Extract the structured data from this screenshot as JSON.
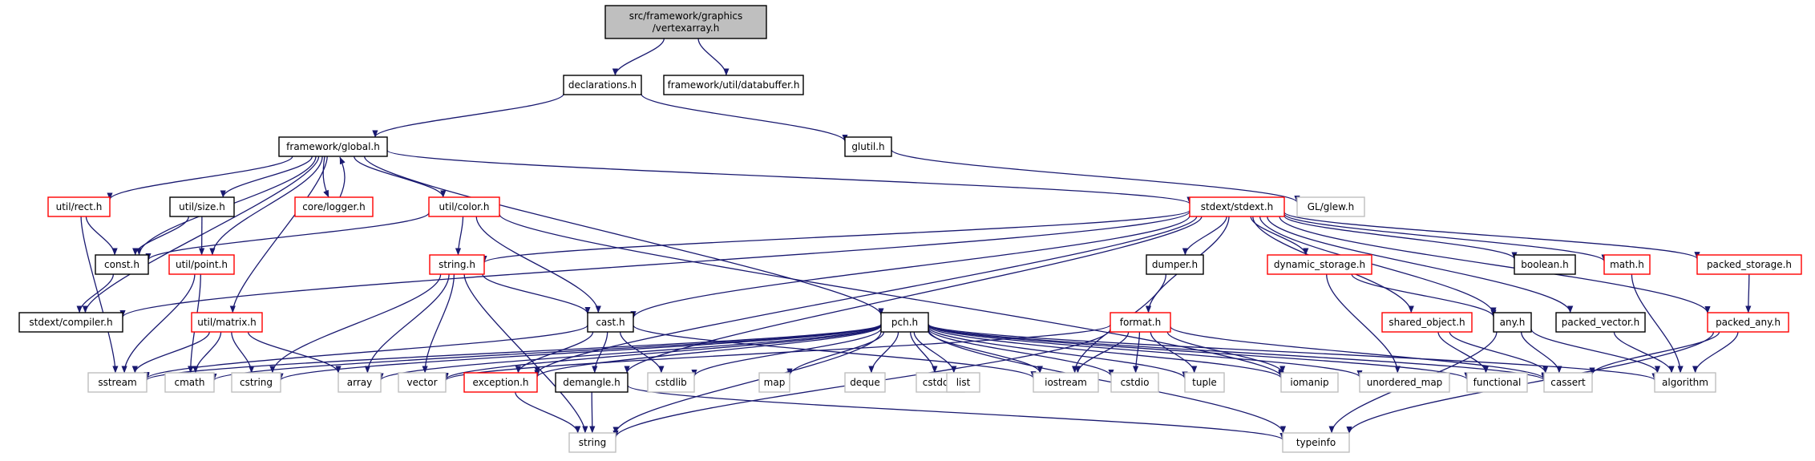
{
  "graph": {
    "colors": {
      "edge": "#191970",
      "root_fill": "#bfbfbf",
      "root_border": "#000000",
      "normal_border": "#000000",
      "truncated_border": "#ff0000",
      "external_border": "#bfbfbf",
      "external_text": "#000000"
    },
    "nodes": [
      {
        "id": "root",
        "label": [
          "src/framework/graphics",
          "/vertexarray.h"
        ],
        "style": "root"
      },
      {
        "id": "declarations",
        "label": [
          "declarations.h"
        ],
        "style": "normal"
      },
      {
        "id": "databuffer",
        "label": [
          "framework/util/databuffer.h"
        ],
        "style": "normal"
      },
      {
        "id": "global",
        "label": [
          "framework/global.h"
        ],
        "style": "normal"
      },
      {
        "id": "glutil",
        "label": [
          "glutil.h"
        ],
        "style": "normal"
      },
      {
        "id": "glew",
        "label": [
          "GL/glew.h"
        ],
        "style": "external"
      },
      {
        "id": "rect",
        "label": [
          "util/rect.h"
        ],
        "style": "truncated"
      },
      {
        "id": "size",
        "label": [
          "util/size.h"
        ],
        "style": "normal"
      },
      {
        "id": "logger",
        "label": [
          "core/logger.h"
        ],
        "style": "truncated"
      },
      {
        "id": "color",
        "label": [
          "util/color.h"
        ],
        "style": "truncated"
      },
      {
        "id": "stdext",
        "label": [
          "stdext/stdext.h"
        ],
        "style": "truncated"
      },
      {
        "id": "const",
        "label": [
          "const.h"
        ],
        "style": "normal"
      },
      {
        "id": "point",
        "label": [
          "util/point.h"
        ],
        "style": "truncated"
      },
      {
        "id": "stringh",
        "label": [
          "string.h"
        ],
        "style": "truncated"
      },
      {
        "id": "dumper",
        "label": [
          "dumper.h"
        ],
        "style": "normal"
      },
      {
        "id": "dynstor",
        "label": [
          "dynamic_storage.h"
        ],
        "style": "truncated"
      },
      {
        "id": "boolean",
        "label": [
          "boolean.h"
        ],
        "style": "normal"
      },
      {
        "id": "mathh",
        "label": [
          "math.h"
        ],
        "style": "truncated"
      },
      {
        "id": "packstor",
        "label": [
          "packed_storage.h"
        ],
        "style": "truncated"
      },
      {
        "id": "compiler",
        "label": [
          "stdext/compiler.h"
        ],
        "style": "normal"
      },
      {
        "id": "matrix",
        "label": [
          "util/matrix.h"
        ],
        "style": "truncated"
      },
      {
        "id": "cast",
        "label": [
          "cast.h"
        ],
        "style": "normal"
      },
      {
        "id": "pch",
        "label": [
          "pch.h"
        ],
        "style": "normal"
      },
      {
        "id": "format",
        "label": [
          "format.h"
        ],
        "style": "truncated"
      },
      {
        "id": "sharedobj",
        "label": [
          "shared_object.h"
        ],
        "style": "truncated"
      },
      {
        "id": "anyh",
        "label": [
          "any.h"
        ],
        "style": "normal"
      },
      {
        "id": "packvec",
        "label": [
          "packed_vector.h"
        ],
        "style": "normal"
      },
      {
        "id": "packany",
        "label": [
          "packed_any.h"
        ],
        "style": "truncated"
      },
      {
        "id": "sstream",
        "label": [
          "sstream"
        ],
        "style": "external"
      },
      {
        "id": "cmath",
        "label": [
          "cmath"
        ],
        "style": "external"
      },
      {
        "id": "cstring",
        "label": [
          "cstring"
        ],
        "style": "external"
      },
      {
        "id": "array",
        "label": [
          "array"
        ],
        "style": "external"
      },
      {
        "id": "vector",
        "label": [
          "vector"
        ],
        "style": "external"
      },
      {
        "id": "exception",
        "label": [
          "exception.h"
        ],
        "style": "truncated"
      },
      {
        "id": "demangle",
        "label": [
          "demangle.h"
        ],
        "style": "normal"
      },
      {
        "id": "cstdlib",
        "label": [
          "cstdlib"
        ],
        "style": "external"
      },
      {
        "id": "map",
        "label": [
          "map"
        ],
        "style": "external"
      },
      {
        "id": "deque",
        "label": [
          "deque"
        ],
        "style": "external"
      },
      {
        "id": "cstddef",
        "label": [
          "cstddef"
        ],
        "style": "external"
      },
      {
        "id": "list",
        "label": [
          "list"
        ],
        "style": "external"
      },
      {
        "id": "iostream",
        "label": [
          "iostream"
        ],
        "style": "external"
      },
      {
        "id": "cstdio",
        "label": [
          "cstdio"
        ],
        "style": "external"
      },
      {
        "id": "tuple",
        "label": [
          "tuple"
        ],
        "style": "external"
      },
      {
        "id": "iomanip",
        "label": [
          "iomanip"
        ],
        "style": "external"
      },
      {
        "id": "unordmap",
        "label": [
          "unordered_map"
        ],
        "style": "external"
      },
      {
        "id": "functional",
        "label": [
          "functional"
        ],
        "style": "external"
      },
      {
        "id": "cassert",
        "label": [
          "cassert"
        ],
        "style": "external"
      },
      {
        "id": "algorithm",
        "label": [
          "algorithm"
        ],
        "style": "external"
      },
      {
        "id": "string",
        "label": [
          "string"
        ],
        "style": "external"
      },
      {
        "id": "typeinfo",
        "label": [
          "typeinfo"
        ],
        "style": "external"
      }
    ],
    "edges": [
      [
        "root",
        "declarations"
      ],
      [
        "root",
        "databuffer"
      ],
      [
        "declarations",
        "global"
      ],
      [
        "declarations",
        "glutil"
      ],
      [
        "glutil",
        "glew"
      ],
      [
        "global",
        "rect"
      ],
      [
        "global",
        "size"
      ],
      [
        "global",
        "logger"
      ],
      [
        "global",
        "color"
      ],
      [
        "global",
        "stdext"
      ],
      [
        "global",
        "const"
      ],
      [
        "global",
        "point"
      ],
      [
        "global",
        "compiler"
      ],
      [
        "global",
        "matrix"
      ],
      [
        "global",
        "pch"
      ],
      [
        "logger",
        "global"
      ],
      [
        "rect",
        "const"
      ],
      [
        "rect",
        "sstream"
      ],
      [
        "size",
        "const"
      ],
      [
        "size",
        "point"
      ],
      [
        "color",
        "const"
      ],
      [
        "color",
        "stringh"
      ],
      [
        "color",
        "cast"
      ],
      [
        "color",
        "iomanip"
      ],
      [
        "const",
        "compiler"
      ],
      [
        "point",
        "sstream"
      ],
      [
        "point",
        "cmath"
      ],
      [
        "stdext",
        "compiler"
      ],
      [
        "stdext",
        "stringh"
      ],
      [
        "stdext",
        "cast"
      ],
      [
        "stdext",
        "exception"
      ],
      [
        "stdext",
        "demangle"
      ],
      [
        "stdext",
        "dumper"
      ],
      [
        "stdext",
        "format"
      ],
      [
        "stdext",
        "dynstor"
      ],
      [
        "stdext",
        "sharedobj"
      ],
      [
        "stdext",
        "anyh"
      ],
      [
        "stdext",
        "packvec"
      ],
      [
        "stdext",
        "boolean"
      ],
      [
        "stdext",
        "mathh"
      ],
      [
        "stdext",
        "packany"
      ],
      [
        "stdext",
        "packstor"
      ],
      [
        "stringh",
        "cast"
      ],
      [
        "stringh",
        "cstring"
      ],
      [
        "stringh",
        "vector"
      ],
      [
        "stringh",
        "string"
      ],
      [
        "stringh",
        "array"
      ],
      [
        "matrix",
        "sstream"
      ],
      [
        "matrix",
        "cmath"
      ],
      [
        "matrix",
        "cstring"
      ],
      [
        "matrix",
        "array"
      ],
      [
        "cast",
        "exception"
      ],
      [
        "cast",
        "demangle"
      ],
      [
        "cast",
        "cstdlib"
      ],
      [
        "cast",
        "sstream"
      ],
      [
        "cast",
        "iostream"
      ],
      [
        "demangle",
        "string"
      ],
      [
        "demangle",
        "typeinfo"
      ],
      [
        "exception",
        "string"
      ],
      [
        "pch",
        "sstream"
      ],
      [
        "pch",
        "cmath"
      ],
      [
        "pch",
        "cstring"
      ],
      [
        "pch",
        "array"
      ],
      [
        "pch",
        "vector"
      ],
      [
        "pch",
        "exception"
      ],
      [
        "pch",
        "cstdlib"
      ],
      [
        "pch",
        "map"
      ],
      [
        "pch",
        "deque"
      ],
      [
        "pch",
        "cstddef"
      ],
      [
        "pch",
        "list"
      ],
      [
        "pch",
        "iostream"
      ],
      [
        "pch",
        "cstdio"
      ],
      [
        "pch",
        "tuple"
      ],
      [
        "pch",
        "iomanip"
      ],
      [
        "pch",
        "unordmap"
      ],
      [
        "pch",
        "functional"
      ],
      [
        "pch",
        "cassert"
      ],
      [
        "pch",
        "algorithm"
      ],
      [
        "pch",
        "string"
      ],
      [
        "pch",
        "typeinfo"
      ],
      [
        "dumper",
        "iostream"
      ],
      [
        "format",
        "vector"
      ],
      [
        "format",
        "iostream"
      ],
      [
        "format",
        "cstdio"
      ],
      [
        "format",
        "tuple"
      ],
      [
        "format",
        "iomanip"
      ],
      [
        "format",
        "cassert"
      ],
      [
        "format",
        "string"
      ],
      [
        "dynstor",
        "anyh"
      ],
      [
        "dynstor",
        "unordmap"
      ],
      [
        "sharedobj",
        "functional"
      ],
      [
        "sharedobj",
        "cassert"
      ],
      [
        "anyh",
        "algorithm"
      ],
      [
        "anyh",
        "cassert"
      ],
      [
        "anyh",
        "typeinfo"
      ],
      [
        "packvec",
        "algorithm"
      ],
      [
        "mathh",
        "algorithm"
      ],
      [
        "packstor",
        "packany"
      ],
      [
        "packany",
        "algorithm"
      ],
      [
        "packany",
        "cassert"
      ],
      [
        "packany",
        "typeinfo"
      ]
    ]
  }
}
